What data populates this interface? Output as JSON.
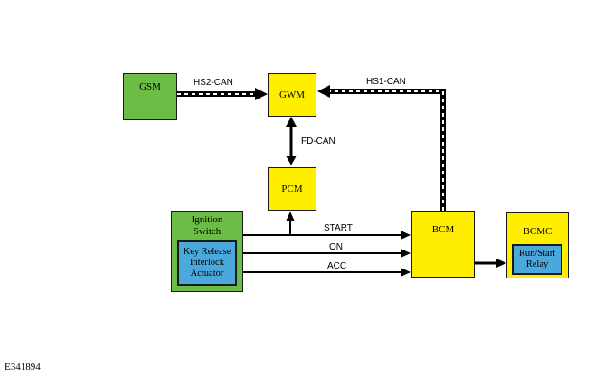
{
  "modules": {
    "gsm": "GSM",
    "gwm": "GWM",
    "pcm": "PCM",
    "bcm": "BCM",
    "bcmc": "BCMC",
    "ignition_switch": "Ignition\nSwitch",
    "key_release": "Key Release\nInterlock\nActuator",
    "run_start_relay": "Run/Start\nRelay"
  },
  "buses": {
    "hs2": "HS2-CAN",
    "hs1": "HS1-CAN",
    "fd": "FD-CAN"
  },
  "signals": {
    "start": "START",
    "on": "ON",
    "acc": "ACC"
  },
  "figure_id": "E341894",
  "colors": {
    "module_yellow": "#ffee00",
    "ignition_green": "#6cbd45",
    "actuator_blue": "#4aa8dc",
    "line": "#000000"
  }
}
